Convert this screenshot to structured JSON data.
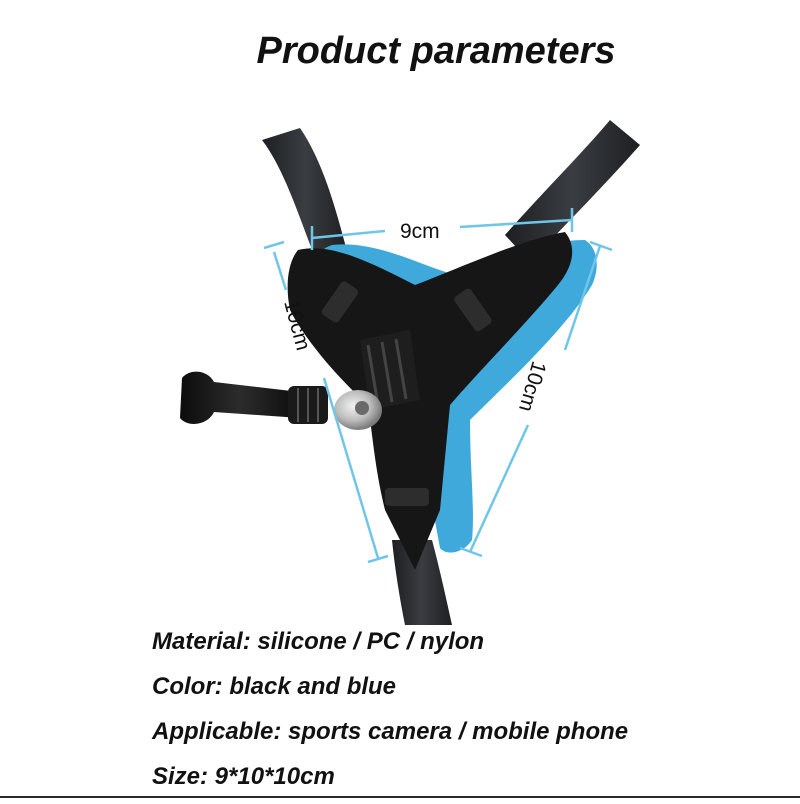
{
  "title": "Product parameters",
  "dimensions": {
    "width_label": "9cm",
    "left_label": "10cm",
    "right_label": "10cm"
  },
  "specs": [
    "Material: silicone / PC / nylon",
    "Color: black and blue",
    "Applicable: sports camera / mobile phone",
    "Size: 9*10*10cm"
  ],
  "colors": {
    "strap": "#2b2d30",
    "mount_body": "#141414",
    "silicone_blue": "#3fa9dc",
    "dimension_line": "#6fc6e8"
  }
}
